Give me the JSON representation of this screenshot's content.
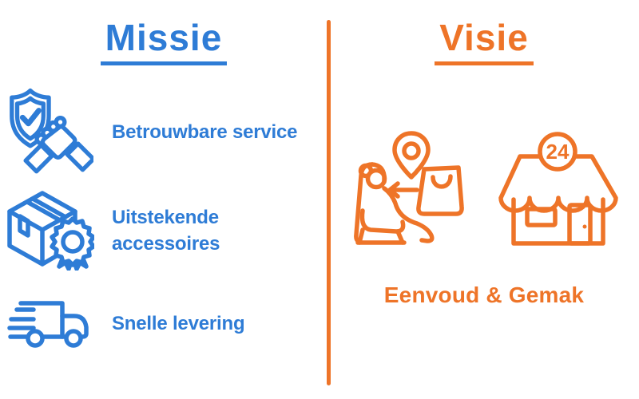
{
  "background": "#ffffff",
  "colors": {
    "blue": "#2E7CD6",
    "orange": "#EE7428"
  },
  "mission": {
    "title": "Missie",
    "items": [
      {
        "icon": "shield-check-handshake-icon",
        "label": "Betrouwbare service"
      },
      {
        "icon": "package-award-ribbon-icon",
        "label": "Uitstekende accessoires"
      },
      {
        "icon": "fast-delivery-truck-icon",
        "label": "Snelle levering"
      }
    ]
  },
  "vision": {
    "title": "Visie",
    "icons": [
      "relaxing-customer-receiving-delivery-icon",
      "store-open-24h-icon"
    ],
    "store_badge": "24",
    "caption": "Eenvoud & Gemak"
  }
}
